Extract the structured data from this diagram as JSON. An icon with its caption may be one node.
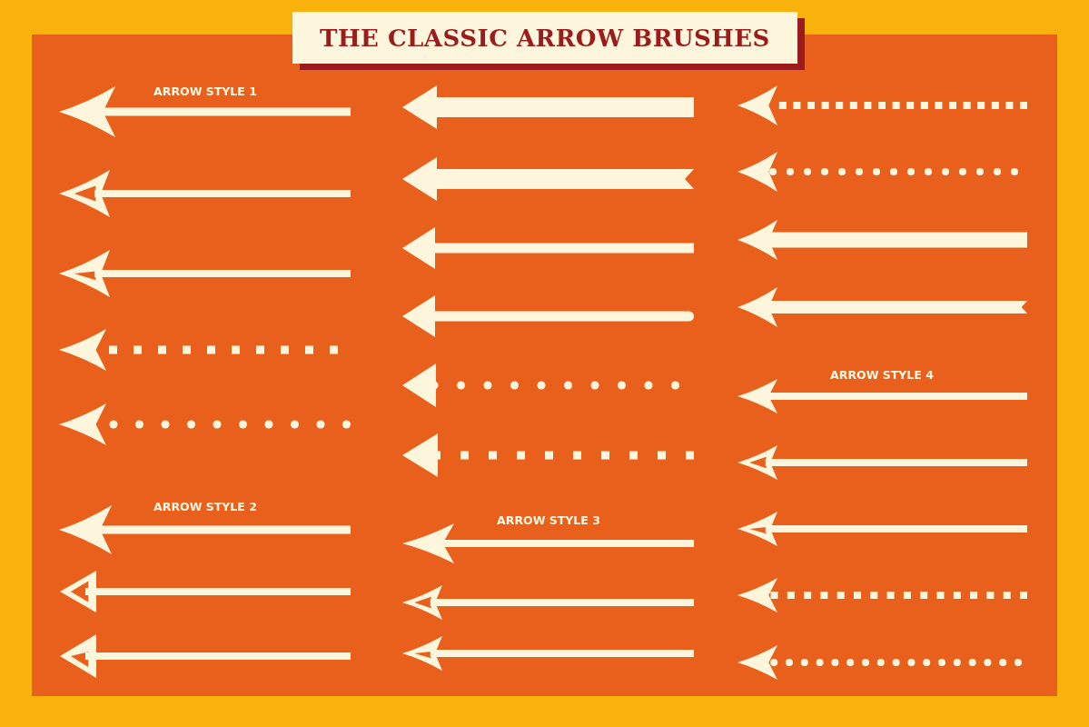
{
  "diagram": {
    "title": "THE CLASSIC ARROW BRUSHES",
    "labels": [
      "ARROW STYLE 1",
      "ARROW STYLE 2",
      "ARROW STYLE 3",
      "ARROW STYLE 4"
    ]
  }
}
